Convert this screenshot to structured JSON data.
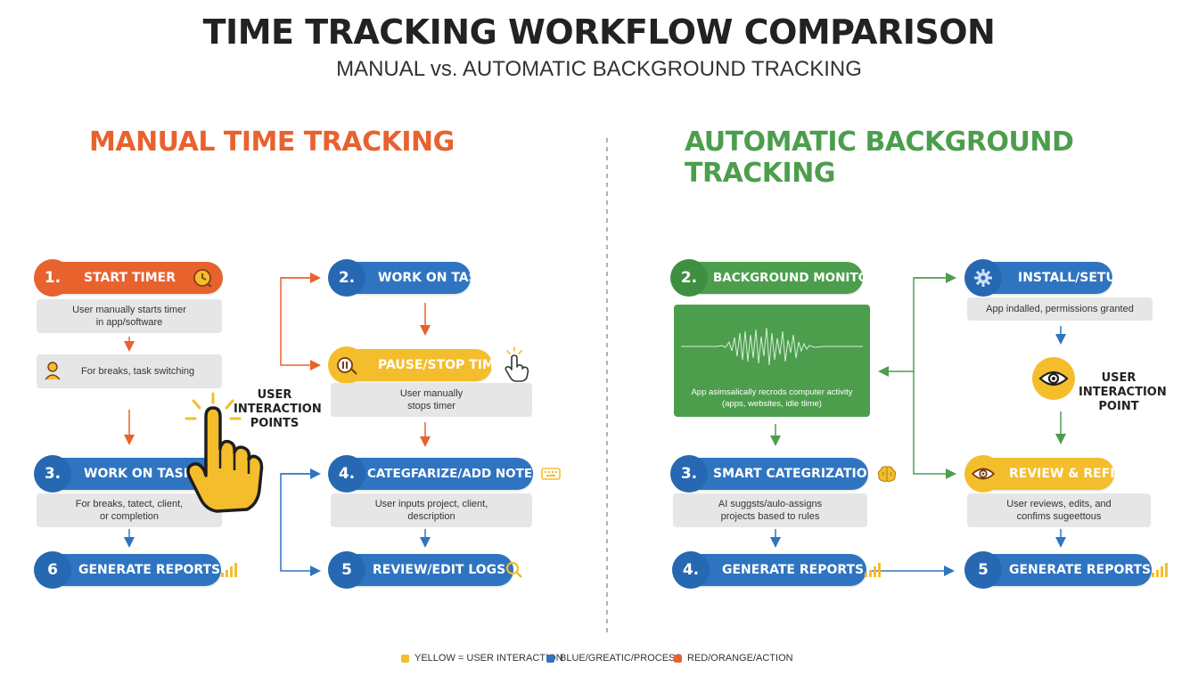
{
  "title": "TIME TRACKING WORKFLOW COMPARISON",
  "subtitle": "MANUAL vs. AUTOMATIC BACKGROUND TRACKING",
  "manual": {
    "heading": "MANUAL TIME TRACKING",
    "heading_color": "#e8622e",
    "steps": {
      "start": {
        "num": "1.",
        "label": "START TIMER",
        "desc": "User manually starts timer\nin app/software"
      },
      "breaks": {
        "desc": "For breaks, task switching"
      },
      "work_left": {
        "num": "3.",
        "label": "WORK ON TASK",
        "desc": "For breaks, tatect, client,\nor completion"
      },
      "generate": {
        "num": "6",
        "label": "GENERATE REPORTS"
      },
      "work_right": {
        "num": "2.",
        "label": "WORK ON TASK"
      },
      "pause": {
        "label": "PAUSE/STOP TIMER",
        "desc": "User manually\nstops timer"
      },
      "categorize": {
        "num": "4.",
        "label": "CATEGFARIZE/ADD NOTES",
        "desc": "User inputs project, client,\ndescription"
      },
      "review": {
        "num": "5",
        "label": "REVIEW/EDIT LOGS"
      }
    },
    "interaction_note": "USER\nINTERACTION\nPOINTS"
  },
  "automatic": {
    "heading": "AUTOMATIC BACKGROUND TRACKING",
    "heading_color": "#4c9e4d",
    "steps": {
      "monitoring": {
        "num": "2.",
        "label": "BACKGROUND MONITORING",
        "desc": "App asimsalically recrods computer activity\n(apps, websites, idle tlime)"
      },
      "categorization": {
        "num": "3.",
        "label": "SMART CATEGRIZATION",
        "desc": "AI suggsts/aulo-assigns\nprojects based to rules"
      },
      "generate_left": {
        "num": "4.",
        "label": "GENERATE REPORTS"
      },
      "install": {
        "label": "INSTALL/SETUP",
        "desc": "App indalled, permissions granted"
      },
      "review": {
        "label": "REVIEW & REFINE",
        "desc": "User reviews, edits, and\nconfims sugeettous"
      },
      "generate_right": {
        "num": "5",
        "label": "GENERATE REPORTS"
      }
    },
    "interaction_note": "USER\nINTERACTION\nPOINT"
  },
  "legend": [
    {
      "label": "YELLOW = USER INTERACTION",
      "color": "#f4bd2c"
    },
    {
      "label": "BLUE/GREATIC/PROCESS",
      "color": "#2f74c0"
    },
    {
      "label": "RED/ORANGE/ACTION",
      "color": "#e8622e"
    }
  ],
  "icons": [
    "clock-icon",
    "person-icon",
    "pointing-hand-icon",
    "pause-stop-icon",
    "cursor-hand-icon",
    "keyboard-icon",
    "bar-chart-icon",
    "magnifier-icon",
    "gear-icon",
    "eye-icon",
    "brain-icon",
    "waveform-icon"
  ]
}
